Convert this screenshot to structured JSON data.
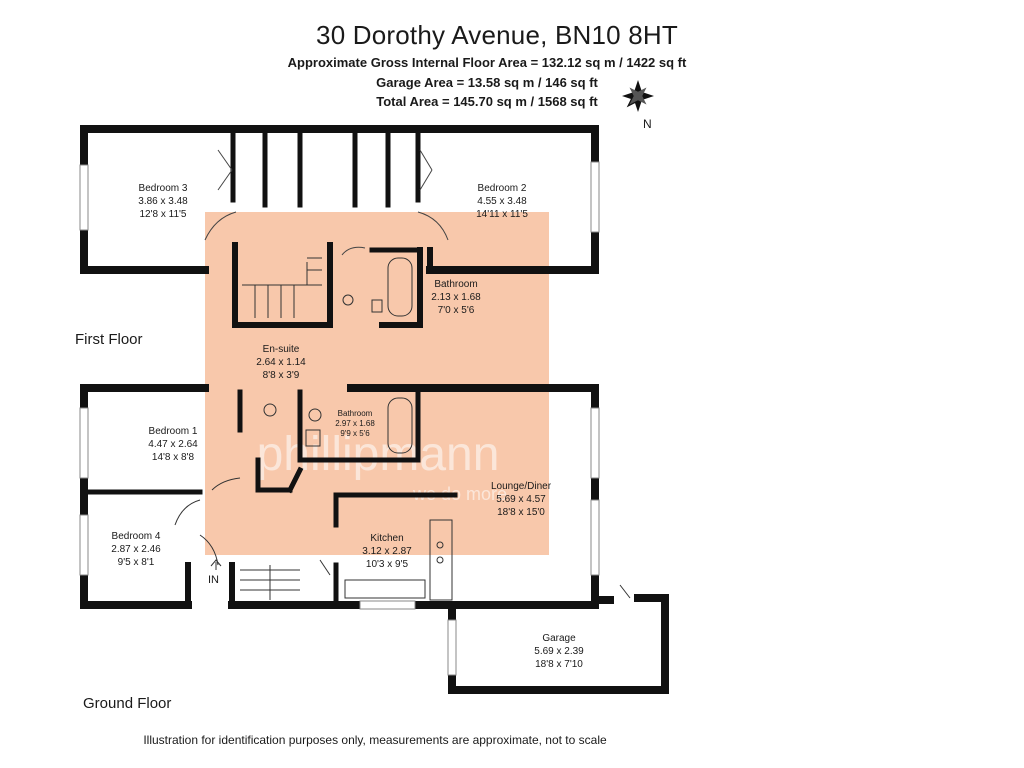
{
  "header": {
    "address": "30 Dorothy Avenue, BN10 8HT",
    "gross_area": "Approximate Gross Internal Floor Area = 132.12 sq m / 1422 sq ft",
    "garage_area": "Garage Area = 13.58 sq m / 146 sq ft",
    "total_area": "Total Area = 145.70 sq m / 1568 sq ft"
  },
  "compass": {
    "label": "N"
  },
  "floors": {
    "first": "First Floor",
    "ground": "Ground Floor"
  },
  "entrance": {
    "label": "IN"
  },
  "watermark": {
    "brand": "phillipmann",
    "tagline": "we do more",
    "color": "#f5b58f"
  },
  "rooms": {
    "bedroom3": {
      "name": "Bedroom 3",
      "metric": "3.86 x 3.48",
      "imperial": "12'8 x 11'5"
    },
    "bedroom2": {
      "name": "Bedroom 2",
      "metric": "4.55 x 3.48",
      "imperial": "14'11 x 11'5"
    },
    "bathroom_first": {
      "name": "Bathroom",
      "metric": "2.13 x 1.68",
      "imperial": "7'0 x 5'6"
    },
    "ensuite": {
      "name": "En-suite",
      "metric": "2.64 x 1.14",
      "imperial": "8'8 x 3'9"
    },
    "bedroom1": {
      "name": "Bedroom 1",
      "metric": "4.47 x 2.64",
      "imperial": "14'8 x 8'8"
    },
    "bathroom_ground": {
      "name": "Bathroom",
      "metric": "2.97 x 1.68",
      "imperial": "9'9 x 5'6"
    },
    "lounge": {
      "name": "Lounge/Diner",
      "metric": "5.69 x 4.57",
      "imperial": "18'8 x 15'0"
    },
    "bedroom4": {
      "name": "Bedroom 4",
      "metric": "2.87 x 2.46",
      "imperial": "9'5 x 8'1"
    },
    "kitchen": {
      "name": "Kitchen",
      "metric": "3.12 x 2.87",
      "imperial": "10'3 x 9'5"
    },
    "garage": {
      "name": "Garage",
      "metric": "5.69 x 2.39",
      "imperial": "18'8 x 7'10"
    }
  },
  "footer": {
    "note": "Illustration for identification purposes only, measurements are approximate, not to scale"
  }
}
